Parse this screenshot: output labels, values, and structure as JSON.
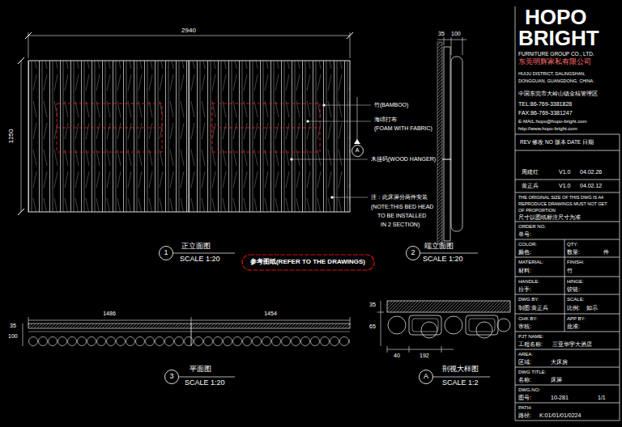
{
  "diagram": {
    "nodes": [
      {
        "text": [
          "参考图纸(REFER TO THE DRAWINGS)"
        ]
      },
      {
        "text": [
          "1"
        ]
      },
      {
        "text": [
          "A"
        ]
      },
      {
        "text": [
          "2"
        ]
      },
      {
        "text": [
          "3"
        ]
      },
      {
        "text": [
          "A"
        ]
      }
    ],
    "labels": [
      "2940",
      "1250",
      "竹(BAMBOO)",
      "海绵打布",
      "(FOAM WITH FABRIC)",
      "木挂码(WOOD HANGER)",
      "注：此床屏分两件安装",
      "(NOTE:THIS BED HEAD",
      "TO BE INSTALLED",
      "IN 2 SECTION)",
      "35",
      "100",
      "正立面图",
      "SCALE 1:20",
      "端立面图",
      "SCALE 1:20",
      "1486",
      "1454",
      "35",
      "100",
      "平面图",
      "SCALE 1:20",
      "35",
      "65",
      "40",
      "192",
      "剖视大样图",
      "SCALE 1:2",
      "HOPO",
      "BRIGHT",
      "FURNITURE GROUP CO., LTD.",
      "东莞明辉家私有限公司",
      "HUIJU DISTRICT, DALINGSHAN,",
      "DONGGUAN, GUANGDONG, CHINA.",
      "中国东莞市大岭山镇金桔管理区",
      "TEL:86-769-3381828",
      "FAX:86-769-3381247",
      "E-MAIL:hopo@hopo-bright.com",
      "http://www.hopo-bright.com",
      "REV 修改  NO 版本  DATE 日期",
      "周建红",
      "V1.0",
      "04.02.26",
      "黄正兵",
      "V1.0",
      "04.02.12",
      "THE ORIGINAL SIZE OF THIS DWG IS A4",
      "REPRODUCE DRAWINGS MUST NOT GET",
      "OF PROPORTION",
      "尺寸以图纸标注尺寸为准",
      "ORDER NO.",
      "单号:",
      "COLOR:",
      "QTY:",
      "颜色:",
      "数量:",
      "件",
      "MATERIAL:",
      "FINISH:",
      "材料:",
      "竹",
      "HANDLE:",
      "HINGE:",
      "拉手:",
      "铰链:",
      "DWG BY:",
      "SCALE:",
      "制图:黄正兵",
      "比例:",
      "如示",
      "CHK BY:",
      "APP BY:",
      "审核:",
      "批准:",
      "PJT NAME:",
      "工程名称:",
      "三亚华宇大酒店",
      "AREA:",
      "区域:",
      "大床房",
      "DWG TITLE:",
      "名称:",
      "床屏",
      "DWG.NO:",
      "图号:",
      "10-281",
      "1/1",
      "PATH:",
      "路径:",
      "K:01/01/01/0224"
    ]
  }
}
